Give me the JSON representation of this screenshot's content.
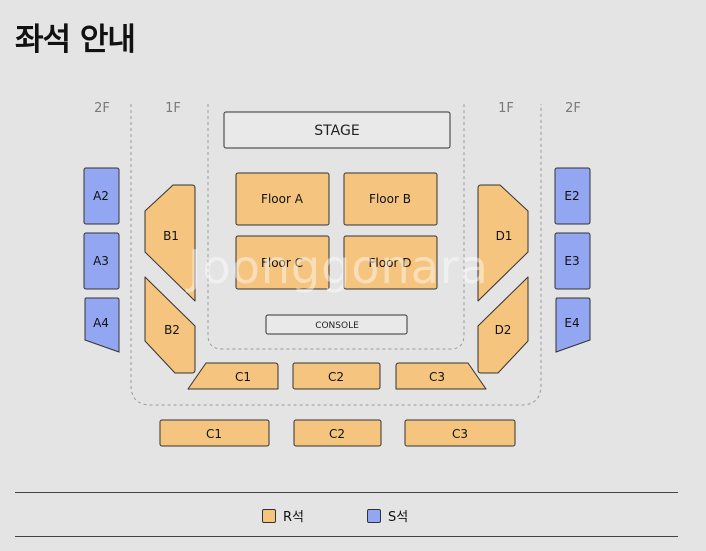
{
  "title": "좌석 안내",
  "floor_labels": {
    "left_2f": "2F",
    "left_1f": "1F",
    "right_1f": "1F",
    "right_2f": "2F"
  },
  "stage": "STAGE",
  "console": "CONSOLE",
  "floor_seats": {
    "a": "Floor A",
    "b": "Floor B",
    "c": "Floor C",
    "d": "Floor D"
  },
  "side_seats": {
    "a2": "A2",
    "a3": "A3",
    "a4": "A4",
    "b1": "B1",
    "b2": "B2",
    "d1": "D1",
    "d2": "D2",
    "e2": "E2",
    "e3": "E3",
    "e4": "E4"
  },
  "front_row": {
    "c1": "C1",
    "c2": "C2",
    "c3": "C3"
  },
  "back_row": {
    "c1": "C1",
    "c2": "C2",
    "c3": "C3"
  },
  "watermark": "Joonggonara",
  "legend": {
    "r_label": "R석",
    "s_label": "S석"
  },
  "colors": {
    "r_seat": "#f5c47f",
    "s_seat": "#93a6f2",
    "background": "#e4e4e4"
  }
}
